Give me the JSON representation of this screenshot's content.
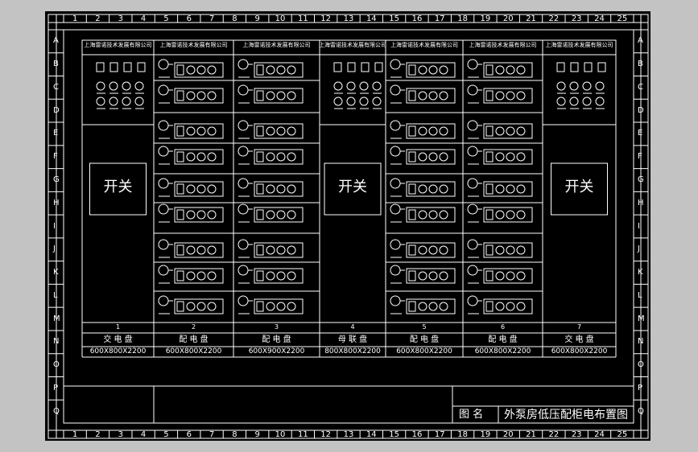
{
  "border": {
    "columns": [
      "1",
      "2",
      "3",
      "4",
      "5",
      "6",
      "7",
      "8",
      "9",
      "10",
      "11",
      "12",
      "13",
      "14",
      "15",
      "16",
      "17",
      "18",
      "19",
      "20",
      "21",
      "22",
      "23",
      "24",
      "25"
    ],
    "rows": [
      "A",
      "B",
      "C",
      "D",
      "E",
      "F",
      "G",
      "H",
      "I",
      "J",
      "K",
      "L",
      "M",
      "N",
      "O",
      "P",
      "Q"
    ]
  },
  "panels": [
    {
      "id": "1",
      "header": "上海雷诺技术发展有限公司",
      "switch_label": "开关",
      "name": "交 电 盘",
      "size": "600X800X2200"
    },
    {
      "id": "2",
      "header": "上海雷诺技术发展有限公司",
      "switch_label": "",
      "name": "配 电 盘",
      "size": "600X800X2200"
    },
    {
      "id": "3",
      "header": "上海雷诺技术发展有限公司",
      "switch_label": "",
      "name": "配 电 盘",
      "size": "600X900X2200"
    },
    {
      "id": "4",
      "header": "上海雷诺技术发展有限公司",
      "switch_label": "开关",
      "name": "母 联 盘",
      "size": "800X800X2200"
    },
    {
      "id": "5",
      "header": "上海雷诺技术发展有限公司",
      "switch_label": "",
      "name": "配 电 盘",
      "size": "600X800X2200"
    },
    {
      "id": "6",
      "header": "上海雷诺技术发展有限公司",
      "switch_label": "",
      "name": "配 电 盘",
      "size": "600X800X2200"
    },
    {
      "id": "7",
      "header": "上海雷诺技术发展有限公司",
      "switch_label": "开关",
      "name": "交 电 盘",
      "size": "600X800X2200"
    }
  ],
  "title_block": {
    "caption_label": "图  名",
    "drawing_title": "外泵房低压配柜电布置图"
  },
  "colors": {
    "background": "#000000",
    "linework": "#ffffff",
    "workspace": "#c3c3c3"
  }
}
